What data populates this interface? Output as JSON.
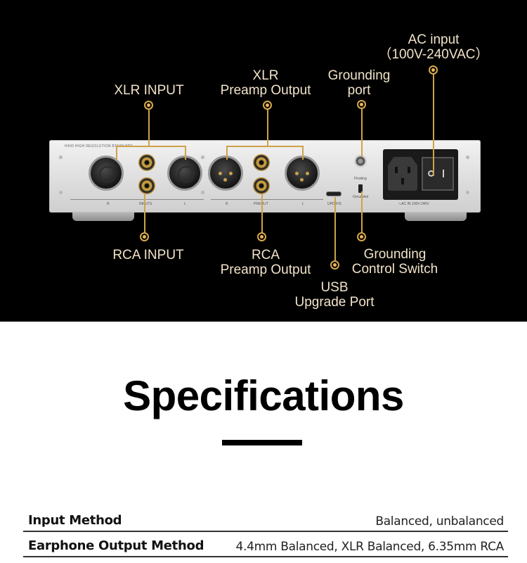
{
  "callouts": {
    "xlr_input": "XLR INPUT",
    "xlr_preamp_output": [
      "XLR",
      "Preamp Output"
    ],
    "grounding_port": [
      "Grounding",
      "port"
    ],
    "ac_input": [
      "AC input",
      "（100V-240VAC）"
    ],
    "rca_input": "RCA INPUT",
    "rca_preamp_output": [
      "RCA",
      "Preamp Output"
    ],
    "usb_upgrade_port": [
      "USB",
      "Upgrade Port"
    ],
    "grounding_control_switch": [
      "Grounding",
      "Control Switch"
    ]
  },
  "device": {
    "model_text": "H400 HIGH RESOLUTION BTA/W PRE",
    "inputs_label": "INPUTS",
    "preout_label": "PREOUT",
    "update_label": "UPDATE",
    "floating_label": "Floating",
    "grounded_label": "Grounded",
    "ac_label": "∿AC IN 100V-240V",
    "r_label": "R",
    "l_label": "L"
  },
  "colors": {
    "accent_gold": "#d0a24b",
    "callout_text": "#f1e3c9",
    "panel_background": "#000000"
  },
  "specifications": {
    "title": "Specifications",
    "rows": [
      {
        "label": "Input Method",
        "value": "Balanced, unbalanced"
      },
      {
        "label": "Earphone Output Method",
        "value": "4.4mm Balanced, XLR Balanced, 6.35mm RCA"
      }
    ]
  }
}
